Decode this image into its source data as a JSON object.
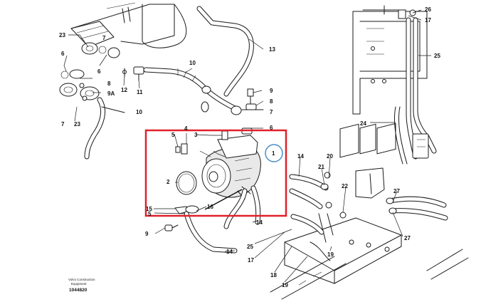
{
  "diagram": {
    "highlight_color": "#e0202a",
    "focus_ring_color": "#4a90c8",
    "focus_callout": "1",
    "footer": {
      "line1": "Volvo Construction",
      "line2": "Equipment",
      "drawing_id": "1044820"
    },
    "callouts": [
      {
        "id": "c23a",
        "text": "23"
      },
      {
        "id": "c7a",
        "text": "7"
      },
      {
        "id": "c6a",
        "text": "6"
      },
      {
        "id": "c6b",
        "text": "6"
      },
      {
        "id": "c8a",
        "text": "8"
      },
      {
        "id": "c9a",
        "text": "9A"
      },
      {
        "id": "c7b",
        "text": "7"
      },
      {
        "id": "c23b",
        "text": "23"
      },
      {
        "id": "c12",
        "text": "12"
      },
      {
        "id": "c11",
        "text": "11"
      },
      {
        "id": "c10a",
        "text": "10"
      },
      {
        "id": "c10b",
        "text": "10"
      },
      {
        "id": "c13",
        "text": "13"
      },
      {
        "id": "c9b",
        "text": "9"
      },
      {
        "id": "c8b",
        "text": "8"
      },
      {
        "id": "c6c",
        "text": "6"
      },
      {
        "id": "c7c",
        "text": "7"
      },
      {
        "id": "c5a",
        "text": "5"
      },
      {
        "id": "c4",
        "text": "4"
      },
      {
        "id": "c3",
        "text": "3"
      },
      {
        "id": "c2",
        "text": "2"
      },
      {
        "id": "c1",
        "text": "1"
      },
      {
        "id": "c15",
        "text": "15"
      },
      {
        "id": "c16",
        "text": "16"
      },
      {
        "id": "c5b",
        "text": "5"
      },
      {
        "id": "c9c",
        "text": "9"
      },
      {
        "id": "c14a",
        "text": "14"
      },
      {
        "id": "c14b",
        "text": "14"
      },
      {
        "id": "c14c",
        "text": "14"
      },
      {
        "id": "c20",
        "text": "20"
      },
      {
        "id": "c21",
        "text": "21"
      },
      {
        "id": "c22",
        "text": "22"
      },
      {
        "id": "c26",
        "text": "26"
      },
      {
        "id": "c17",
        "text": "17"
      },
      {
        "id": "c25a",
        "text": "25"
      },
      {
        "id": "c24",
        "text": "24"
      },
      {
        "id": "c27a",
        "text": "27"
      },
      {
        "id": "c27b",
        "text": "27"
      },
      {
        "id": "c25b",
        "text": "25"
      },
      {
        "id": "c17b",
        "text": "17"
      },
      {
        "id": "c19a",
        "text": "19"
      },
      {
        "id": "c18",
        "text": "18"
      },
      {
        "id": "c19b",
        "text": "19"
      }
    ]
  }
}
